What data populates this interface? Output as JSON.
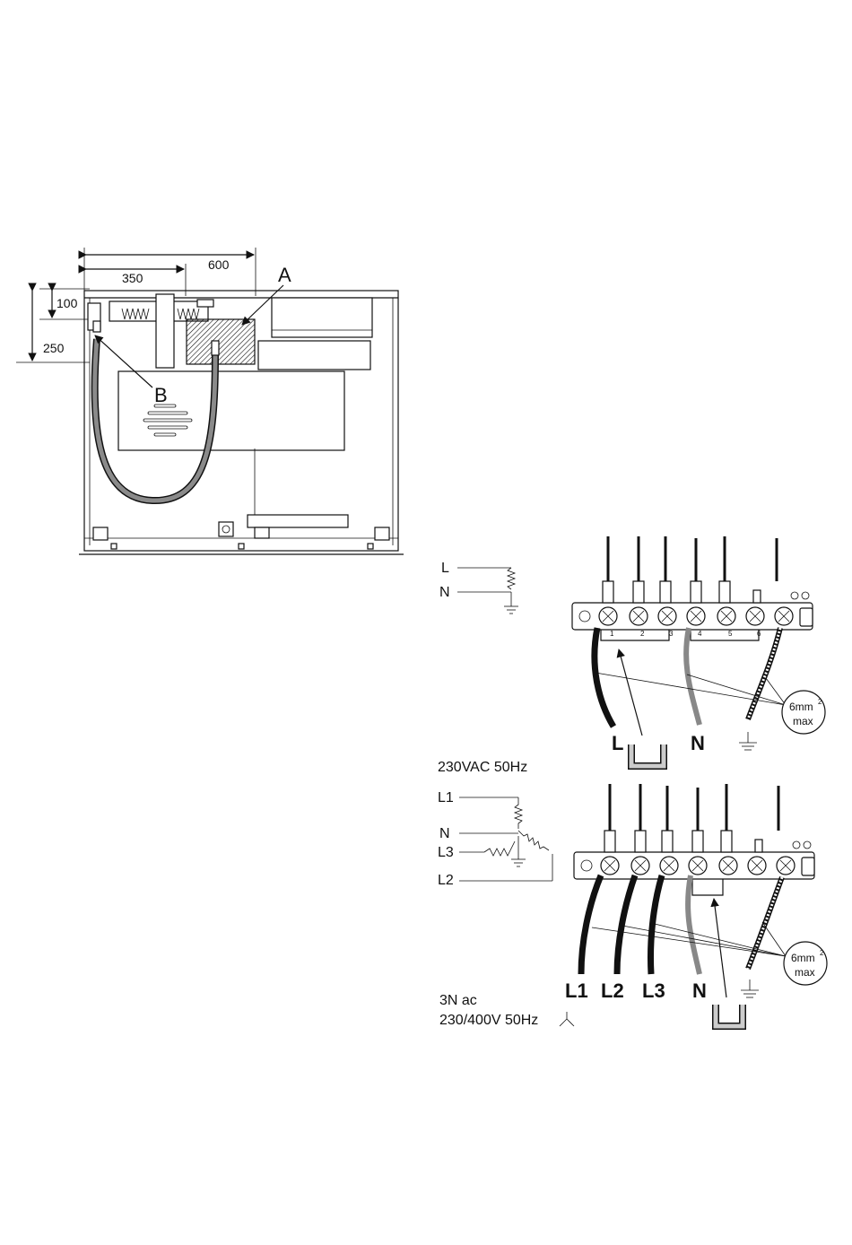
{
  "top_diagram": {
    "dim_600": "600",
    "dim_350": "350",
    "dim_100": "100",
    "dim_250": "250",
    "label_a": "A",
    "label_b": "B"
  },
  "single_phase": {
    "source_l": "L",
    "source_n": "N",
    "terminal_numbers": [
      "1",
      "2",
      "3",
      "4",
      "5",
      "6"
    ],
    "cable_l": "L",
    "cable_n": "N",
    "cable_spec_value": "6mm",
    "cable_spec_sup": "2",
    "cable_spec_max": "max",
    "supply_caption": "230VAC 50Hz"
  },
  "three_phase": {
    "source_l1": "L1",
    "source_n": "N",
    "source_l3": "L3",
    "source_l2": "L2",
    "cable_l1": "L1",
    "cable_l2": "L2",
    "cable_l3": "L3",
    "cable_n": "N",
    "cable_spec_value": "6mm",
    "cable_spec_sup": "2",
    "cable_spec_max": "max",
    "supply_line1": "3N ac",
    "supply_line2": "230/400V 50Hz"
  },
  "icons": [
    "ground-symbol",
    "star-connection-symbol",
    "bridge-link-icon"
  ]
}
